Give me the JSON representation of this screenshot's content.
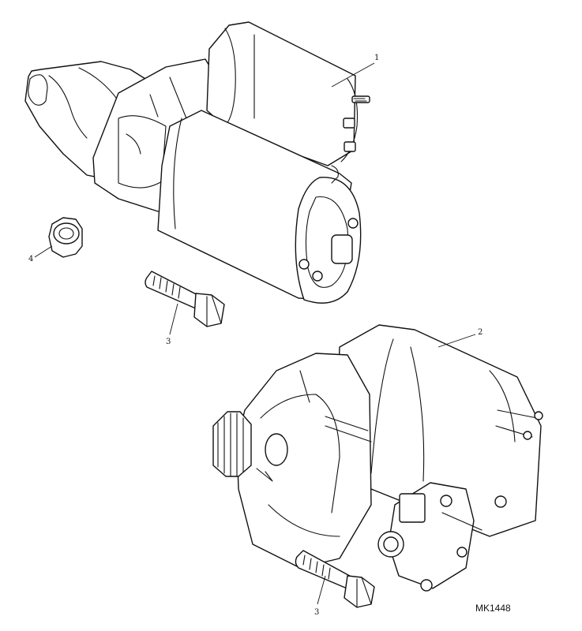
{
  "callouts": {
    "item_1": "1",
    "item_2": "2",
    "item_3_upper": "3",
    "item_3_lower": "3",
    "item_4": "4"
  },
  "figure_ref": "MK1448"
}
